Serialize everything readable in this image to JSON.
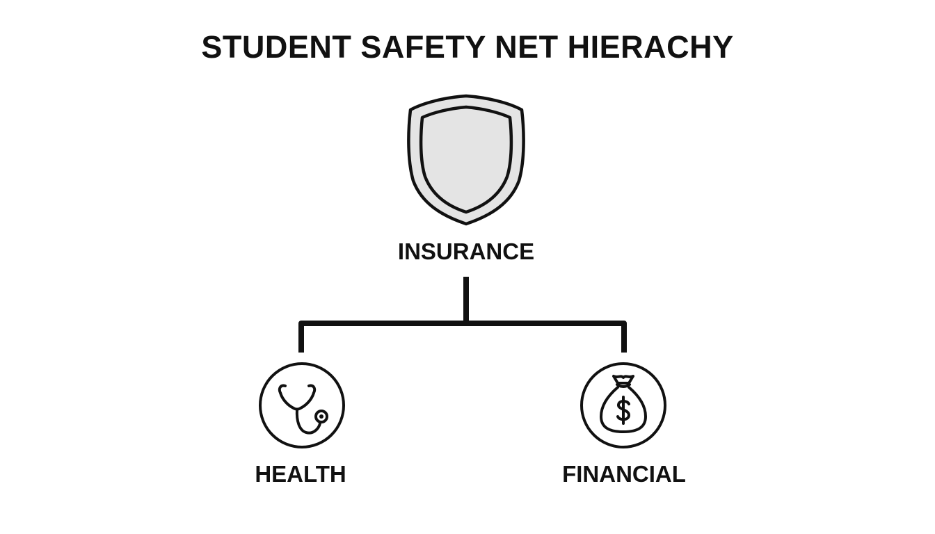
{
  "diagram": {
    "title": "STUDENT SAFETY NET HIERACHY",
    "root": {
      "label": "INSURANCE",
      "icon": "shield-icon"
    },
    "children": [
      {
        "label": "HEALTH",
        "icon": "stethoscope-icon"
      },
      {
        "label": "FINANCIAL",
        "icon": "money-bag-icon"
      }
    ],
    "colors": {
      "stroke": "#111111",
      "shield_fill": "#e4e4e4",
      "background": "#ffffff"
    }
  }
}
